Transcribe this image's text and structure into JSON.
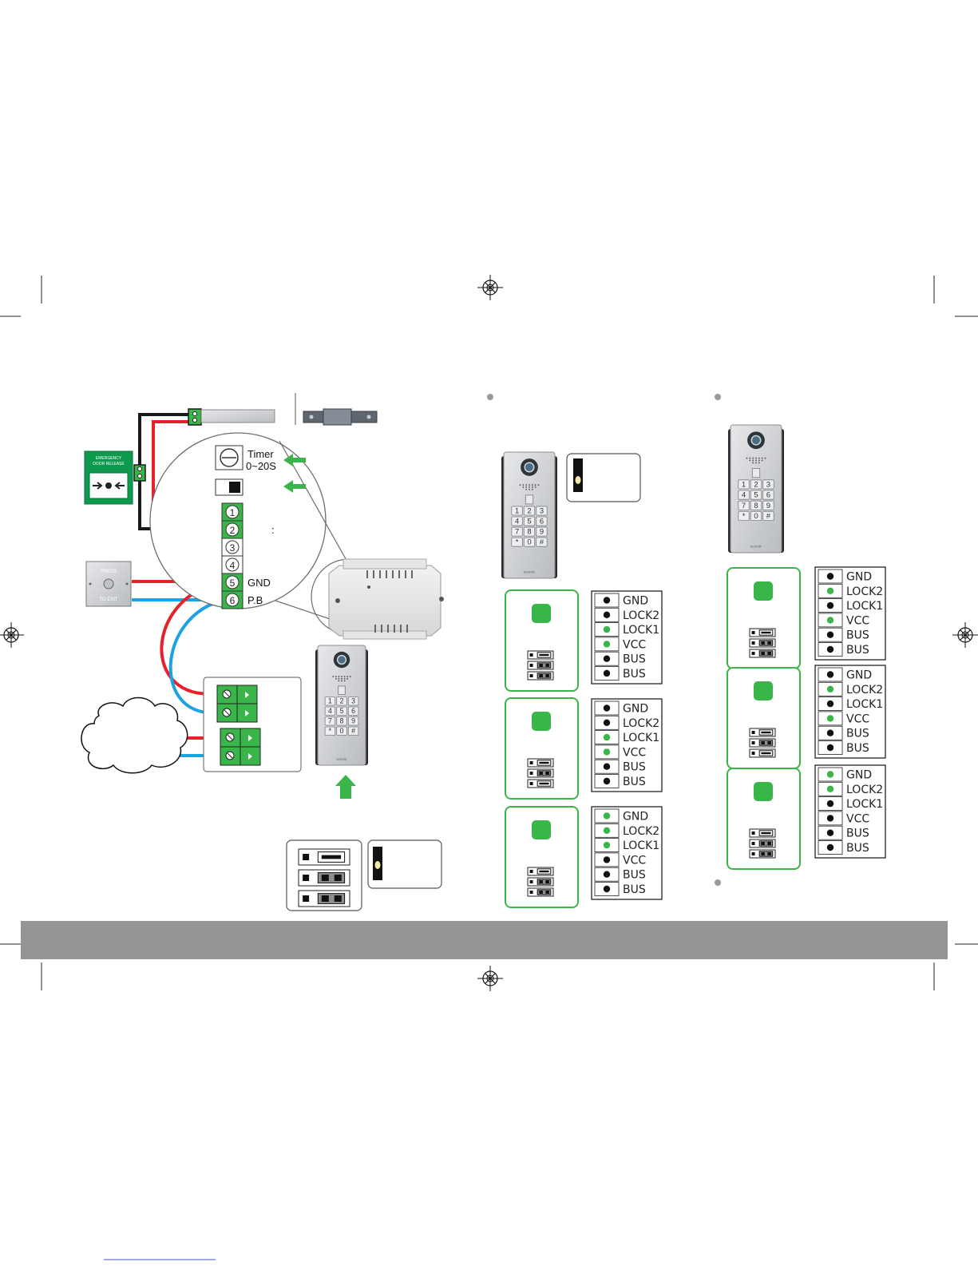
{
  "control_box": {
    "timer_label_line1": "Timer",
    "timer_label_line2": "0~20S",
    "terminals": [
      {
        "number": "1",
        "label": ""
      },
      {
        "number": "2",
        "label": ":"
      },
      {
        "number": "3",
        "label": ""
      },
      {
        "number": "4",
        "label": ""
      },
      {
        "number": "5",
        "label": "GND"
      },
      {
        "number": "6",
        "label": "P.B"
      }
    ]
  },
  "emergency_release": {
    "line1": "EMERGENCY",
    "line2": "DOOR RELEASE"
  },
  "exit_button": {
    "line1": "PRESS",
    "line2": "TO EXIT"
  },
  "panel_brand": "acentic",
  "keypad_keys": [
    "1",
    "2",
    "3",
    "4",
    "5",
    "6",
    "7",
    "8",
    "9",
    "*",
    "0",
    "#"
  ],
  "jumper_configs": [
    {
      "labels": [
        "GND",
        "LOCK2",
        "LOCK1",
        "VCC",
        "BUS",
        "BUS"
      ],
      "active": [
        false,
        false,
        true,
        true,
        false,
        false
      ]
    },
    {
      "labels": [
        "GND",
        "LOCK2",
        "LOCK1",
        "VCC",
        "BUS",
        "BUS"
      ],
      "active": [
        false,
        false,
        true,
        true,
        false,
        false
      ]
    },
    {
      "labels": [
        "GND",
        "LOCK2",
        "LOCK1",
        "VCC",
        "BUS",
        "BUS"
      ],
      "active": [
        true,
        true,
        true,
        false,
        false,
        false
      ]
    },
    {
      "labels": [
        "GND",
        "LOCK2",
        "LOCK1",
        "VCC",
        "BUS",
        "BUS"
      ],
      "active": [
        false,
        true,
        false,
        true,
        false,
        false
      ]
    },
    {
      "labels": [
        "GND",
        "LOCK2",
        "LOCK1",
        "VCC",
        "BUS",
        "BUS"
      ],
      "active": [
        false,
        true,
        false,
        true,
        false,
        false
      ]
    },
    {
      "labels": [
        "GND",
        "LOCK2",
        "LOCK1",
        "VCC",
        "BUS",
        "BUS"
      ],
      "active": [
        true,
        true,
        false,
        false,
        false,
        false
      ]
    }
  ],
  "colors": {
    "green": "#3ab54a",
    "dark_green": "#2a8f3a",
    "red": "#e8202a",
    "blue": "#1aa3e0",
    "footer": "#959595"
  }
}
